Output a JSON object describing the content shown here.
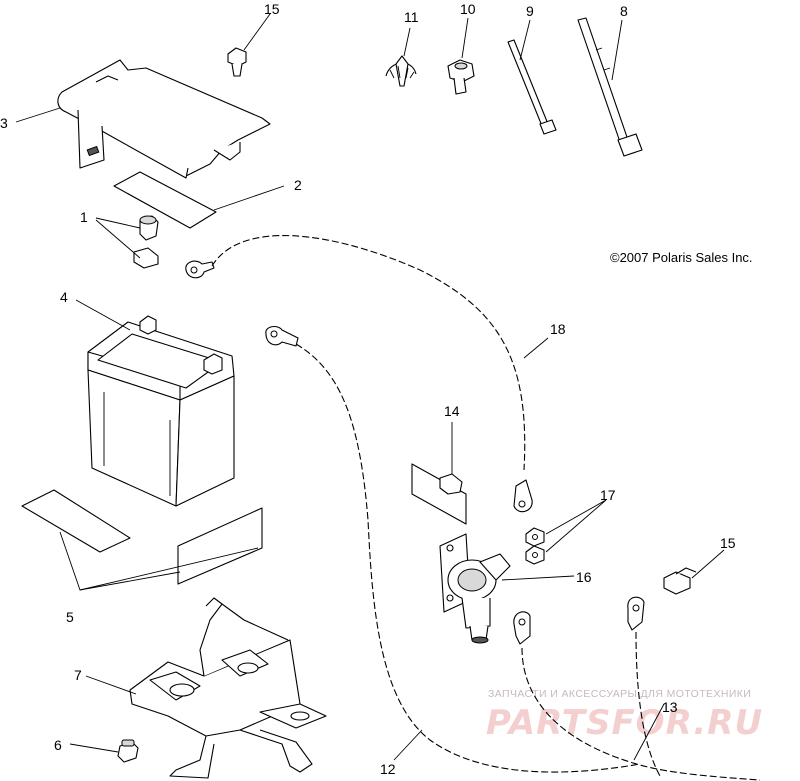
{
  "copyright": "©2007 Polaris Sales Inc.",
  "watermark": {
    "tagline": "ЗАПЧАСТИ И АКСЕССУАРЫ ДЛЯ МОТОТЕХНИКИ",
    "brand": "PARTSFOR.RU"
  },
  "callouts": {
    "c1": "1",
    "c2": "2",
    "c3": "3",
    "c4": "4",
    "c5": "5",
    "c6": "6",
    "c7": "7",
    "c8": "8",
    "c9": "9",
    "c10": "10",
    "c11": "11",
    "c12": "12",
    "c13": "13",
    "c14": "14",
    "c15a": "15",
    "c15b": "15",
    "c16": "16",
    "c17": "17",
    "c18": "18"
  }
}
